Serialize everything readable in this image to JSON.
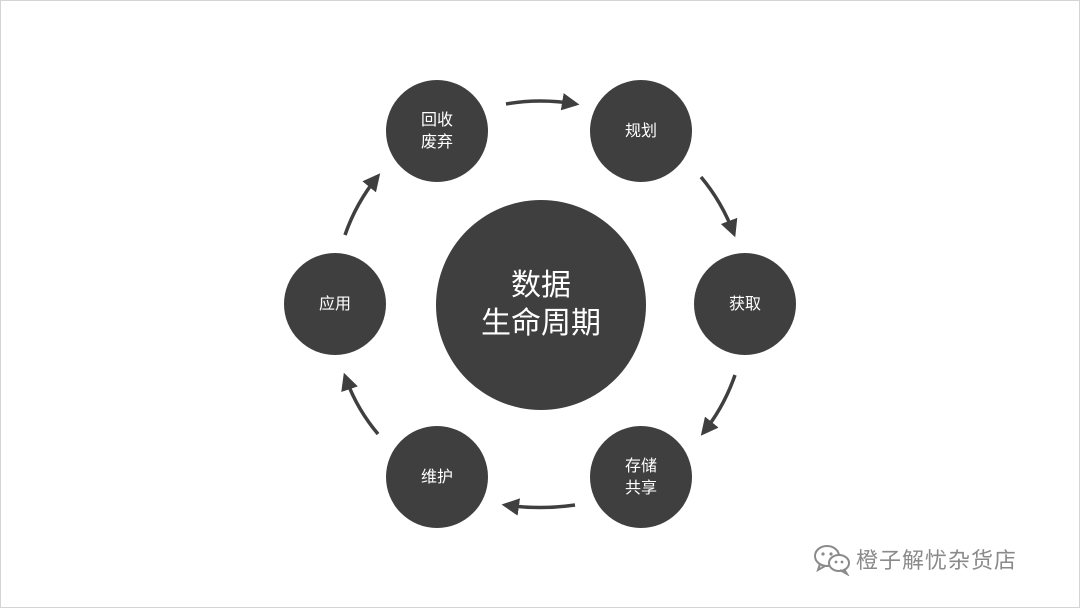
{
  "diagram": {
    "center": {
      "line1": "数据",
      "line2": "生命周期"
    },
    "nodes": {
      "recycle": {
        "line1": "回收",
        "line2": "废弃"
      },
      "plan": {
        "label": "规划"
      },
      "acquire": {
        "label": "获取"
      },
      "store": {
        "line1": "存储",
        "line2": "共享"
      },
      "maintain": {
        "label": "维护"
      },
      "apply": {
        "label": "应用"
      }
    }
  },
  "watermark": {
    "text": "橙子解忧杂货店",
    "icon": "wechat-icon"
  },
  "colors": {
    "node_fill": "#3f3f3f",
    "arrow": "#3f3f3f",
    "text": "#ffffff",
    "watermark": "#8a8a8a"
  }
}
